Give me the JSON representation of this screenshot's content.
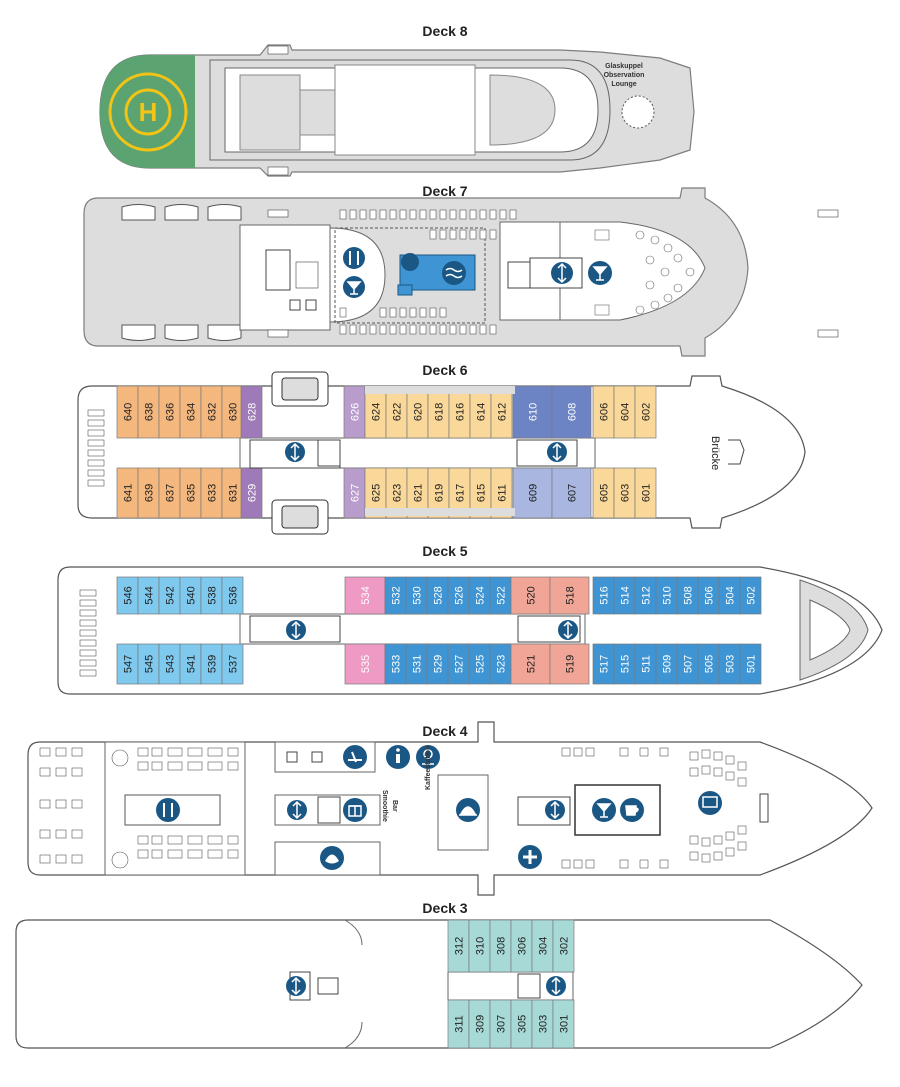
{
  "decks": [
    {
      "id": "deck8",
      "title": "Deck 8",
      "lounge_label": [
        "Glaskuppel",
        "Observation",
        "Lounge"
      ]
    },
    {
      "id": "deck7",
      "title": "Deck 7"
    },
    {
      "id": "deck6",
      "title": "Deck 6",
      "bridge_label": "Brücke"
    },
    {
      "id": "deck5",
      "title": "Deck 5"
    },
    {
      "id": "deck4",
      "title": "Deck 4",
      "smoothie_label": [
        "Smoothie",
        "Bar"
      ],
      "kaffee_label": "Kaffeestation"
    },
    {
      "id": "deck3",
      "title": "Deck 3"
    }
  ],
  "colors": {
    "orange": "#f4b77d",
    "yellow": "#fad899",
    "purple": "#9e7ab8",
    "lilac": "#b89dcc",
    "blue_dark": "#6c84c4",
    "blue_light": "#a8b6e0",
    "sky": "#7fc8ee",
    "azure": "#3f95d3",
    "pink": "#ee9ac4",
    "salmon": "#f0a597",
    "teal": "#a7d9d6",
    "heli_green": "#5ba370",
    "heli_yellow": "#f3c316",
    "icon_blue": "#1a5785",
    "hull_grey": "#dcdddc"
  },
  "cabins": {
    "deck6_top": [
      "640",
      "638",
      "636",
      "634",
      "632",
      "630",
      "628",
      "626",
      "624",
      "622",
      "620",
      "618",
      "616",
      "614",
      "612",
      "610",
      "608",
      "606",
      "604",
      "602"
    ],
    "deck6_bottom": [
      "641",
      "639",
      "637",
      "635",
      "633",
      "631",
      "629",
      "627",
      "625",
      "623",
      "621",
      "619",
      "617",
      "615",
      "611",
      "609",
      "607",
      "605",
      "603",
      "601"
    ],
    "deck5_top": [
      "546",
      "544",
      "542",
      "540",
      "538",
      "536",
      "534",
      "532",
      "530",
      "528",
      "526",
      "524",
      "522",
      "520",
      "518",
      "516",
      "514",
      "512",
      "510",
      "508",
      "506",
      "504",
      "502"
    ],
    "deck5_bottom": [
      "547",
      "545",
      "543",
      "541",
      "539",
      "537",
      "535",
      "533",
      "531",
      "529",
      "527",
      "525",
      "523",
      "521",
      "519",
      "517",
      "515",
      "511",
      "509",
      "507",
      "505",
      "503",
      "501"
    ],
    "deck3_top": [
      "312",
      "310",
      "308",
      "306",
      "304",
      "302"
    ],
    "deck3_bottom": [
      "311",
      "309",
      "307",
      "305",
      "303",
      "301"
    ]
  },
  "icons": [
    "helipad-icon",
    "restaurant-icon",
    "cocktail-icon",
    "pool-icon",
    "elevator-icon",
    "info-icon",
    "gym-icon",
    "guest-service-icon",
    "gift-shop-icon",
    "spa-lotus-icon",
    "cloche-icon",
    "medical-cross-icon",
    "coffee-icon",
    "theater-icon"
  ]
}
